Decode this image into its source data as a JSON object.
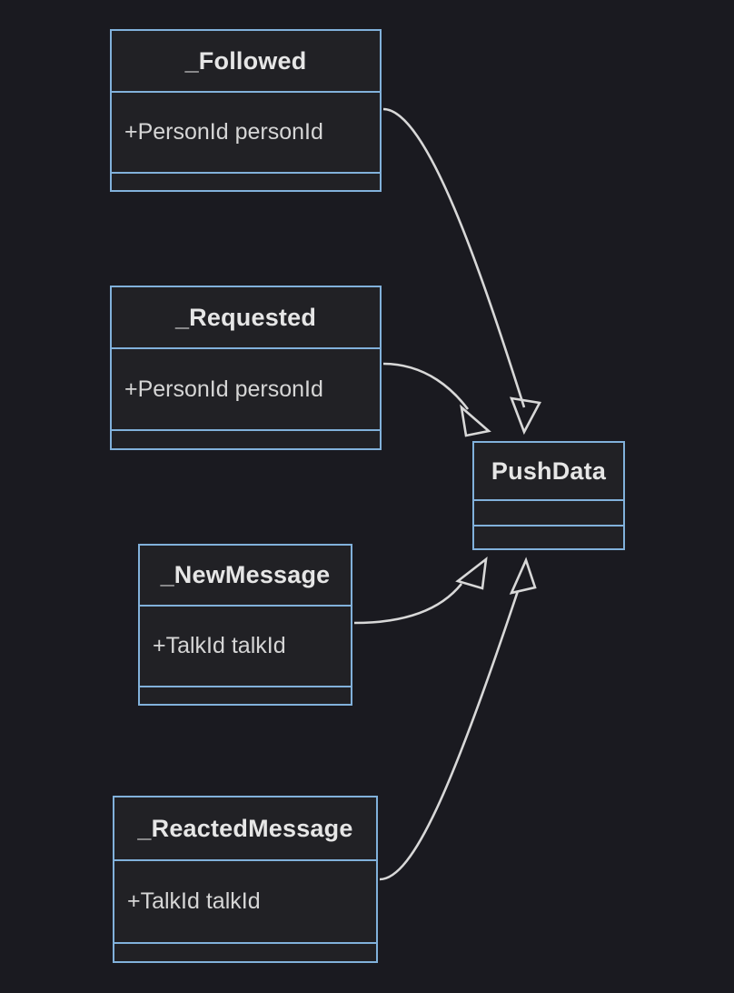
{
  "diagram": {
    "kind": "uml-class-diagram",
    "background_color": "#1a1a20",
    "box_fill_color": "#212125",
    "box_border_color": "#81b1db",
    "title_text_color": "#e6e6e6",
    "attribute_text_color": "#d6d6d6",
    "edge_color": "#d8d8d8",
    "classes": [
      {
        "id": "followed",
        "name": "_Followed",
        "attributes": [
          "+PersonId personId"
        ],
        "methods": []
      },
      {
        "id": "requested",
        "name": "_Requested",
        "attributes": [
          "+PersonId personId"
        ],
        "methods": []
      },
      {
        "id": "newmessage",
        "name": "_NewMessage",
        "attributes": [
          "+TalkId talkId"
        ],
        "methods": []
      },
      {
        "id": "reactedmessage",
        "name": "_ReactedMessage",
        "attributes": [
          "+TalkId talkId"
        ],
        "methods": []
      },
      {
        "id": "pushdata",
        "name": "PushData",
        "attributes": [],
        "methods": []
      }
    ],
    "relationships": [
      {
        "id": "followed-to-pushdata",
        "from": "_Followed",
        "to": "PushData",
        "type": "generalization",
        "arrowhead": "hollow-triangle"
      },
      {
        "id": "requested-to-pushdata",
        "from": "_Requested",
        "to": "PushData",
        "type": "generalization",
        "arrowhead": "hollow-triangle"
      },
      {
        "id": "newmessage-to-pushdata",
        "from": "_NewMessage",
        "to": "PushData",
        "type": "generalization",
        "arrowhead": "hollow-triangle"
      },
      {
        "id": "reactedmessage-to-pushdata",
        "from": "_ReactedMessage",
        "to": "PushData",
        "type": "generalization",
        "arrowhead": "hollow-triangle"
      }
    ]
  }
}
